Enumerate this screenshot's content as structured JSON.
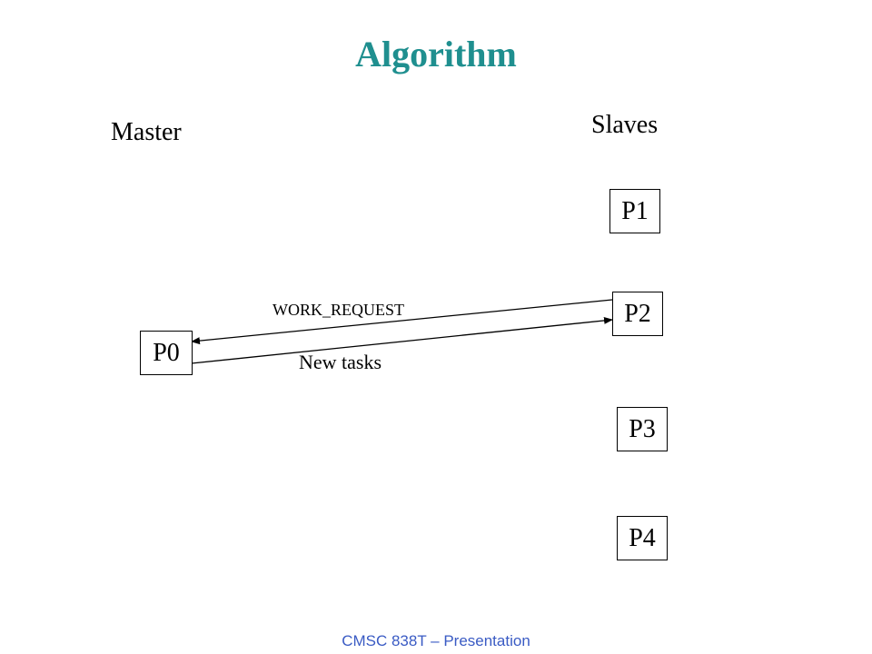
{
  "title": "Algorithm",
  "master_label": "Master",
  "slaves_label": "Slaves",
  "nodes": {
    "p0": "P0",
    "p1": "P1",
    "p2": "P2",
    "p3": "P3",
    "p4": "P4"
  },
  "arrows": {
    "request": "WORK_REQUEST",
    "response": "New tasks"
  },
  "footer": "CMSC 838T – Presentation",
  "colors": {
    "title": "#1f8f8f",
    "footer": "#3a5bc4"
  }
}
